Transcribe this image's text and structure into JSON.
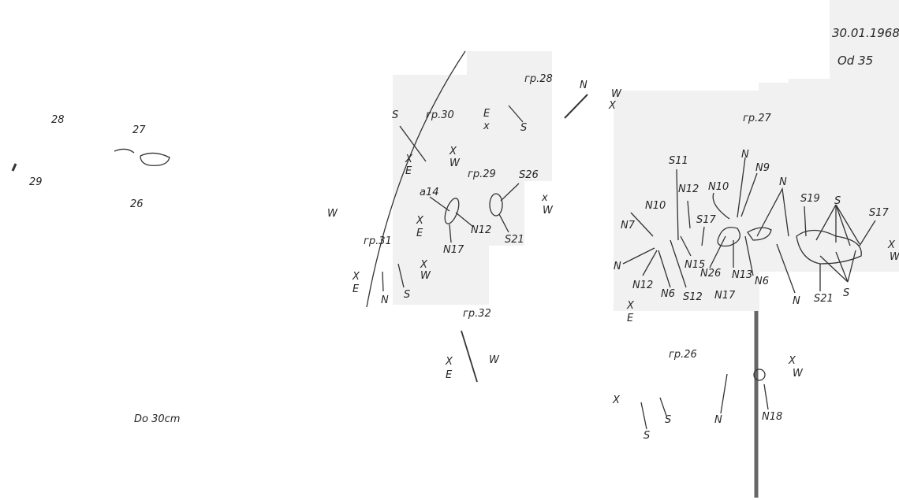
{
  "header": {
    "date": "30.01.1968",
    "observation": "Od 35"
  },
  "overview": {
    "groups": [
      "28",
      "27",
      "29",
      "26"
    ],
    "scale_note": "Do 30cm",
    "west_mark": "W"
  },
  "group_28": {
    "title": "гр.28",
    "labels": [
      "E",
      "x",
      "S"
    ],
    "north_arrow": "N",
    "west": [
      "W",
      "X"
    ]
  },
  "group_30": {
    "title": "гр.30",
    "labels": [
      "S",
      "X",
      "E",
      "X",
      "W"
    ]
  },
  "group_29": {
    "title": "гр.29",
    "labels": [
      "a14",
      "N12",
      "N17",
      "S26",
      "S21",
      "x",
      "W",
      "X",
      "E"
    ]
  },
  "group_31": {
    "title": "гр.31",
    "labels": [
      "X",
      "E",
      "N",
      "S",
      "X",
      "W"
    ]
  },
  "group_32": {
    "title": "гр.32",
    "labels": [
      "X",
      "E",
      "W"
    ]
  },
  "group_27": {
    "title": "гр.27",
    "labels": [
      "S11",
      "N12",
      "N10",
      "N7",
      "N",
      "N12",
      "N6",
      "S12",
      "N15",
      "S17",
      "N10",
      "N",
      "N9",
      "N26",
      "N17",
      "N13",
      "N6",
      "N",
      "N",
      "S19",
      "S",
      "S17",
      "S21",
      "S",
      "X",
      "W",
      "X",
      "E"
    ]
  },
  "group_26": {
    "title": "гр.26",
    "labels": [
      "X",
      "S",
      "S",
      "N",
      "N18",
      "X",
      "W"
    ]
  },
  "colors": {
    "paper": "#f1f1f1",
    "ink": "#262626"
  }
}
